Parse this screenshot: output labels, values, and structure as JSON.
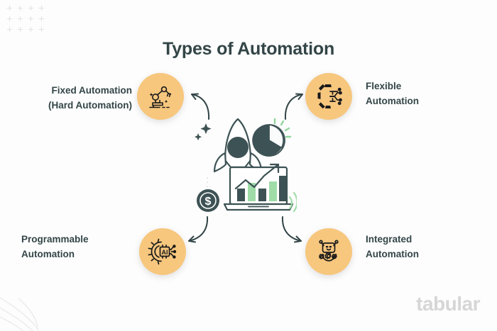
{
  "page": {
    "title": "Types of Automation",
    "background_color": "#fdfdfd",
    "accent_color": "#f7c77e",
    "text_color": "#334547",
    "green_accent": "#9fdca8",
    "logo_color": "#d6d6d6"
  },
  "logo": {
    "text": "tabular"
  },
  "decorations": {
    "dot_grid": {
      "name": "plus-dot-grid",
      "columns": 4,
      "rows": 3,
      "color": "#e2e2e4"
    },
    "scribble": {
      "name": "scribble-lines",
      "color": "#ededed"
    }
  },
  "center_illustration": {
    "name": "rocket-growth-illustration",
    "elements": [
      "rocket",
      "pie-chart",
      "laptop",
      "bar-chart",
      "growth-arrow",
      "dollar-coin",
      "sparkles"
    ]
  },
  "nodes": [
    {
      "id": "fixed",
      "label_line1": "Fixed Automation",
      "label_line2": "(Hard Automation)",
      "icon": "robotic-arm-icon",
      "position": "top-left",
      "arrow": "curved-arrow-up-left"
    },
    {
      "id": "flexible",
      "label_line1": "Flexible",
      "label_line2": "Automation",
      "icon": "gear-circuit-icon",
      "position": "top-right",
      "arrow": "curved-arrow-up-right"
    },
    {
      "id": "programmable",
      "label_line1": "Programmable",
      "label_line2": "Automation",
      "icon": "gear-ai-chip-icon",
      "position": "bottom-left",
      "arrow": "curved-arrow-down-left"
    },
    {
      "id": "integrated",
      "label_line1": "Integrated",
      "label_line2": "Automation",
      "icon": "robot-gears-icon",
      "position": "bottom-right",
      "arrow": "curved-arrow-down-right"
    }
  ]
}
